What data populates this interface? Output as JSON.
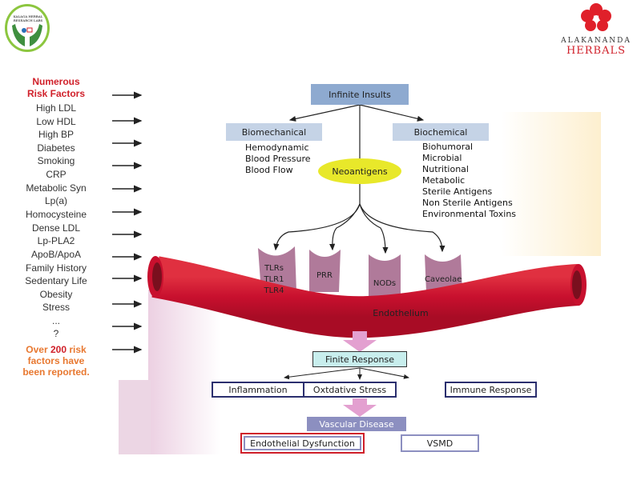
{
  "logos": {
    "left": {
      "text": "KALAGA HERBAL RESEARCH LABS"
    },
    "right": {
      "line1": "ALAKANANDA",
      "line2": "HERBALS"
    }
  },
  "risk_factors": {
    "title_line1": "Numerous",
    "title_line2": "Risk Factors",
    "items": [
      "High LDL",
      "Low HDL",
      "High BP",
      "Diabetes",
      "Smoking",
      "CRP",
      "Metabolic Syn",
      "Lp(a)",
      "Homocysteine",
      "Dense LDL",
      "Lp-PLA2",
      "ApoB/ApoA",
      "Family History",
      "Sedentary Life",
      "Obesity",
      "Stress",
      "...",
      "?"
    ],
    "footer_line1_a": "Over ",
    "footer_line1_b": "200",
    "footer_line1_c": " risk",
    "footer_line2": "factors have",
    "footer_line3": "been reported."
  },
  "diagram": {
    "root": "Infinite Insults",
    "biomechanical": {
      "title": "Biomechanical",
      "items": [
        "Hemodynamic",
        "Blood Pressure",
        "Blood Flow"
      ]
    },
    "biochemical": {
      "title": "Biochemical",
      "items": [
        "Biohumoral",
        "Microbial",
        "Nutritional",
        "Metabolic",
        "Sterile Antigens",
        "Non Sterile Antigens",
        "Environmental Toxins"
      ]
    },
    "neoantigens": "Neoantigens",
    "receptors": {
      "tlr": [
        "TLRs",
        "TLR1",
        "TLR4"
      ],
      "prr": "PRR",
      "nods": "NODs",
      "caveolae": "Caveolae"
    },
    "vessel_label": "Endothelium",
    "finite_response": "Finite Response",
    "responses": [
      "Inflammation",
      "Oxtdative Stress",
      "Immune Response"
    ],
    "vascular_disease": "Vascular Disease",
    "outcomes": [
      "Endothelial Dysfunction",
      "VSMD"
    ]
  },
  "colors": {
    "vessel": "#c8102e",
    "receptor": "#b07a9a",
    "highlight": "#d0202a",
    "box_border": "#2b2f6e",
    "vascular": "#8c8fc0"
  }
}
